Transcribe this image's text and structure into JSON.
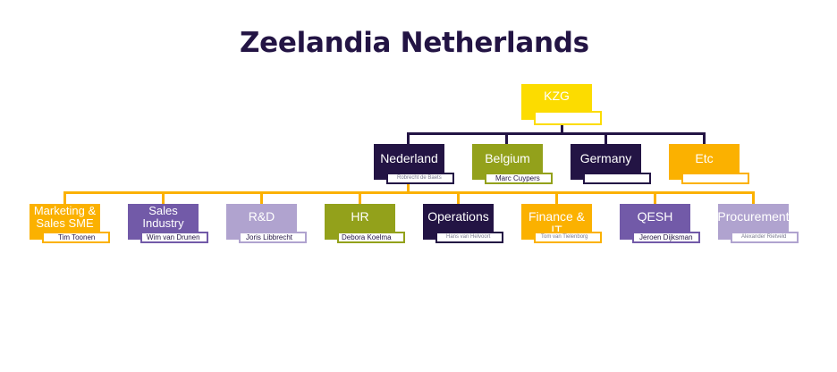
{
  "title": "Zeelandia Netherlands",
  "colors": {
    "dark": "#231444",
    "yellow": "#fcdc00",
    "olive": "#93a11b",
    "orange": "#fbb100",
    "purple": "#725aa8",
    "lavender": "#b0a3cf",
    "connector_top": "#231444",
    "connector_bottom": "#fbb100"
  },
  "root": {
    "label": "KZG",
    "name": ""
  },
  "countries": [
    {
      "label": "Nederland",
      "name": "Robrecht de Baets"
    },
    {
      "label": "Belgium",
      "name": "Marc Cuypers"
    },
    {
      "label": "Germany",
      "name": ""
    },
    {
      "label": "Etc",
      "name": ""
    }
  ],
  "departments": [
    {
      "label": "Marketing & Sales SME",
      "name": "Tim Toonen"
    },
    {
      "label": "Sales Industry",
      "name": "Wim van Drunen"
    },
    {
      "label": "R&D",
      "name": "Joris Libbrecht"
    },
    {
      "label": "HR",
      "name": "Debora Koelma"
    },
    {
      "label": "Operations",
      "name": "Hans van Helvoort"
    },
    {
      "label": "Finance & IT",
      "name": "Tom van Tielenborg"
    },
    {
      "label": "QESH",
      "name": "Jeroen Dijksman"
    },
    {
      "label": "Procurement",
      "name": "Alexander Rietveld"
    }
  ]
}
